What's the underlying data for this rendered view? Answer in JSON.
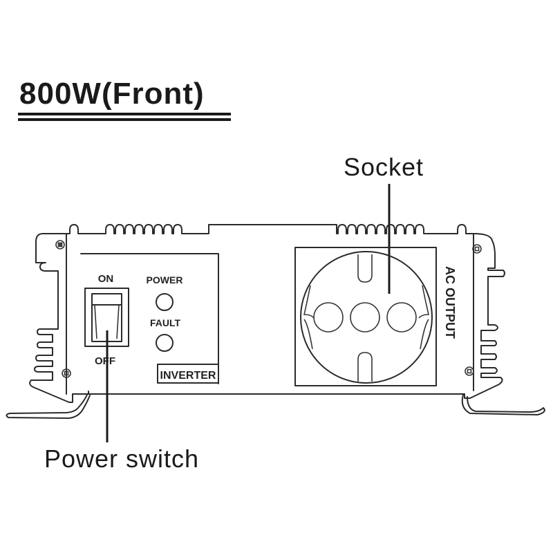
{
  "diagram": {
    "title": "800W(Front)",
    "callouts": {
      "socket": "Socket",
      "power_switch": "Power switch"
    },
    "panel_labels": {
      "switch_on": "ON",
      "switch_off": "OFF",
      "power_led": "POWER",
      "fault_led": "FAULT",
      "brand_badge": "INVERTER",
      "ac_output": "AC OUTPUT"
    },
    "colors": {
      "line": "#2a2a2a",
      "background": "#ffffff"
    }
  }
}
